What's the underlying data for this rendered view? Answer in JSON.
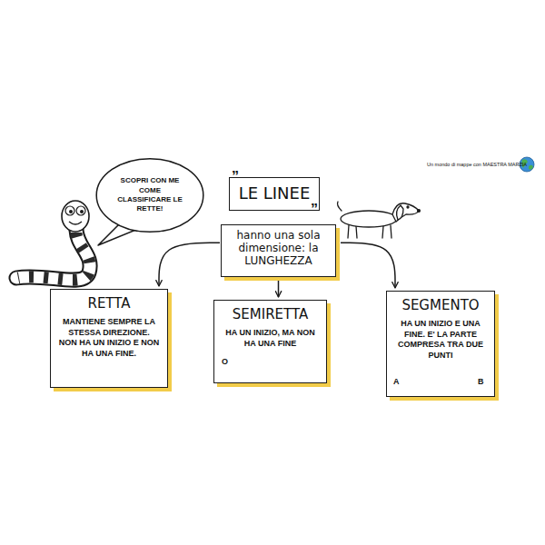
{
  "diagram": {
    "nodes": [
      {
        "text": [
          "SCOPRI CON ME COME CLASSIFICARE LE RETTE!"
        ]
      },
      {
        "text": [
          "LE LINEE"
        ]
      },
      {
        "text": [
          "hanno una sola dimensione: la LUNGHEZZA"
        ]
      },
      {
        "text": [
          "RETTA",
          "MANTIENE SEMPRE LA STESSA DIREZIONE. NON HA UN INIZIO E NON HA UNA FINE."
        ]
      },
      {
        "text": [
          "SEMIRETTA",
          "HA UN INIZIO, MA NON HA UNA FINE"
        ]
      },
      {
        "text": [
          "SEGMENTO",
          "HA UN INIZIO E UNA FINE. E' LA PARTE COMPRESA TRA DUE PUNTI"
        ]
      }
    ],
    "edges": [
      {
        "from": 2,
        "to": 3,
        "arrow": "to"
      },
      {
        "from": 2,
        "to": 4,
        "arrow": "to"
      },
      {
        "from": 2,
        "to": 5,
        "arrow": "to"
      }
    ],
    "labels": [
      "„",
      "”",
      "O",
      "A",
      "B",
      "Un mondo di mappe con MAESTRA MARZIA"
    ]
  }
}
